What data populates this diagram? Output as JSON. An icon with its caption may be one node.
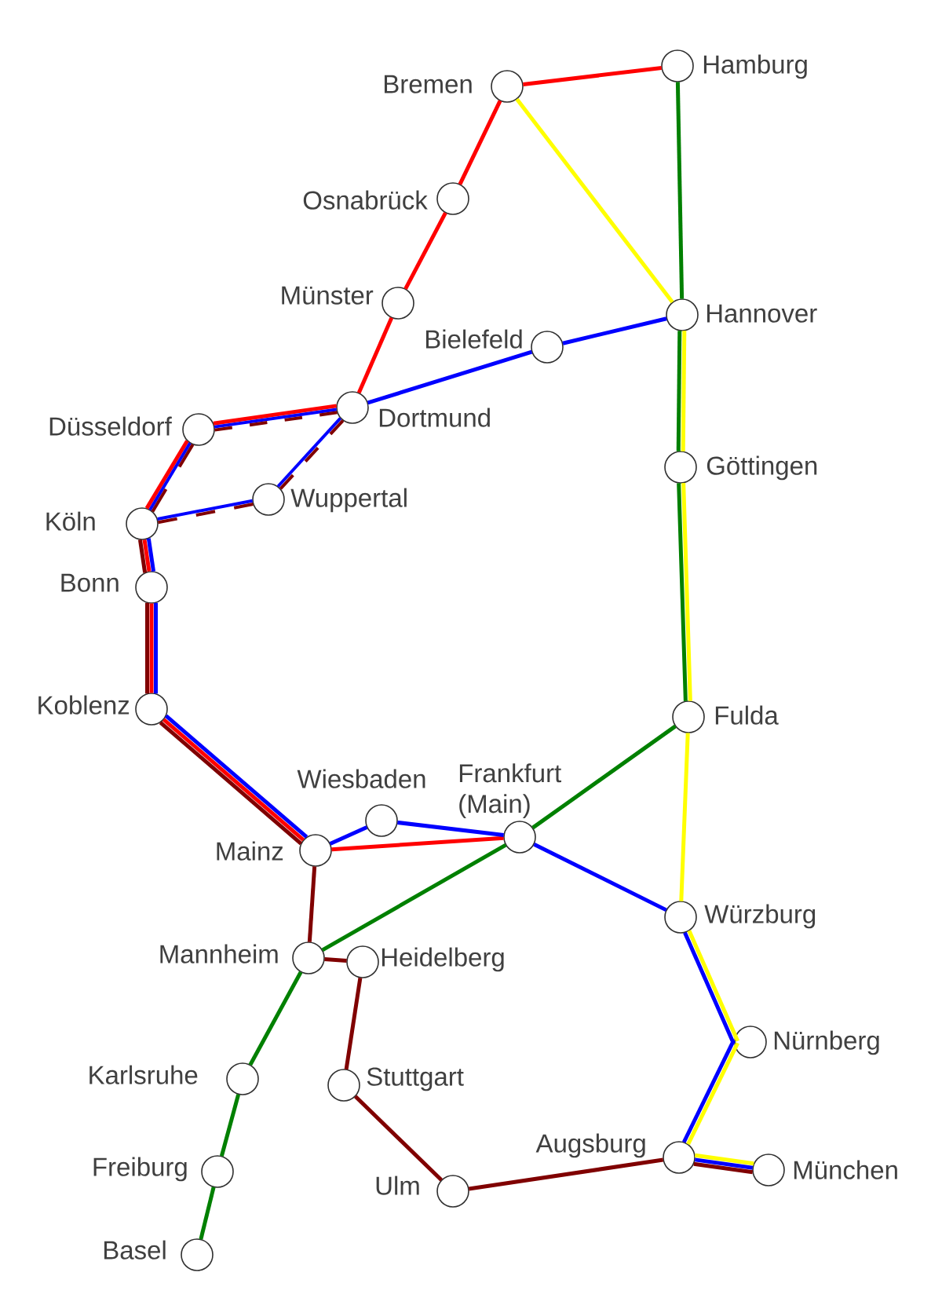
{
  "diagram": {
    "nodes": [
      {
        "text": [
          "Hamburg"
        ]
      },
      {
        "text": [
          "Bremen"
        ]
      },
      {
        "text": [
          "Osnabrück"
        ]
      },
      {
        "text": [
          "Münster"
        ]
      },
      {
        "text": [
          "Hannover"
        ]
      },
      {
        "text": [
          "Bielefeld"
        ]
      },
      {
        "text": [
          "Dortmund"
        ]
      },
      {
        "text": [
          "Düsseldorf"
        ]
      },
      {
        "text": [
          "Göttingen"
        ]
      },
      {
        "text": [
          "Wuppertal"
        ]
      },
      {
        "text": [
          "Köln"
        ]
      },
      {
        "text": [
          "Bonn"
        ]
      },
      {
        "text": [
          "Koblenz"
        ]
      },
      {
        "text": [
          "Fulda"
        ]
      },
      {
        "text": [
          "Wiesbaden"
        ]
      },
      {
        "text": [
          "Frankfurt (Main)"
        ]
      },
      {
        "text": [
          "Mainz"
        ]
      },
      {
        "text": [
          "Würzburg"
        ]
      },
      {
        "text": [
          "Mannheim"
        ]
      },
      {
        "text": [
          "Heidelberg"
        ]
      },
      {
        "text": [
          "Nürnberg"
        ]
      },
      {
        "text": [
          "Karlsruhe"
        ]
      },
      {
        "text": [
          "Stuttgart"
        ]
      },
      {
        "text": [
          "Augsburg"
        ]
      },
      {
        "text": [
          "Freiburg"
        ]
      },
      {
        "text": [
          "München"
        ]
      },
      {
        "text": [
          "Ulm"
        ]
      },
      {
        "text": [
          "Basel"
        ]
      }
    ],
    "edges": [
      {
        "from": 1,
        "to": 0,
        "arrow": "none",
        "color": "#ff0000"
      },
      {
        "from": 1,
        "to": 2,
        "arrow": "none",
        "color": "#ff0000"
      },
      {
        "from": 2,
        "to": 3,
        "arrow": "none",
        "color": "#ff0000"
      },
      {
        "from": 3,
        "to": 6,
        "arrow": "none",
        "color": "#ff0000"
      },
      {
        "from": 6,
        "to": 7,
        "arrow": "none",
        "color": "#ff0000"
      },
      {
        "from": 7,
        "to": 10,
        "arrow": "none",
        "color": "#ff0000"
      },
      {
        "from": 10,
        "to": 11,
        "arrow": "none",
        "color": "#ff0000"
      },
      {
        "from": 11,
        "to": 12,
        "arrow": "none",
        "color": "#ff0000"
      },
      {
        "from": 12,
        "to": 16,
        "arrow": "none",
        "color": "#ff0000"
      },
      {
        "from": 16,
        "to": 15,
        "arrow": "none",
        "color": "#ff0000"
      },
      {
        "from": 1,
        "to": 4,
        "arrow": "none",
        "color": "#ffff00"
      },
      {
        "from": 4,
        "to": 8,
        "arrow": "none",
        "color": "#ffff00"
      },
      {
        "from": 8,
        "to": 13,
        "arrow": "none",
        "color": "#ffff00"
      },
      {
        "from": 13,
        "to": 17,
        "arrow": "none",
        "color": "#ffff00"
      },
      {
        "from": 17,
        "to": 20,
        "arrow": "none",
        "color": "#ffff00"
      },
      {
        "from": 20,
        "to": 23,
        "arrow": "none",
        "color": "#ffff00"
      },
      {
        "from": 23,
        "to": 25,
        "arrow": "none",
        "color": "#ffff00"
      },
      {
        "from": 0,
        "to": 4,
        "arrow": "none",
        "color": "#008000"
      },
      {
        "from": 4,
        "to": 8,
        "arrow": "none",
        "color": "#008000"
      },
      {
        "from": 8,
        "to": 13,
        "arrow": "none",
        "color": "#008000"
      },
      {
        "from": 13,
        "to": 15,
        "arrow": "none",
        "color": "#008000"
      },
      {
        "from": 15,
        "to": 18,
        "arrow": "none",
        "color": "#008000"
      },
      {
        "from": 18,
        "to": 21,
        "arrow": "none",
        "color": "#008000"
      },
      {
        "from": 21,
        "to": 24,
        "arrow": "none",
        "color": "#008000"
      },
      {
        "from": 24,
        "to": 27,
        "arrow": "none",
        "color": "#008000"
      },
      {
        "from": 4,
        "to": 5,
        "arrow": "none",
        "color": "#0000ff"
      },
      {
        "from": 5,
        "to": 6,
        "arrow": "none",
        "color": "#0000ff"
      },
      {
        "from": 6,
        "to": 7,
        "arrow": "none",
        "color": "#0000ff"
      },
      {
        "from": 7,
        "to": 10,
        "arrow": "none",
        "color": "#0000ff"
      },
      {
        "from": 6,
        "to": 9,
        "arrow": "none",
        "color": "#0000ff"
      },
      {
        "from": 9,
        "to": 10,
        "arrow": "none",
        "color": "#0000ff"
      },
      {
        "from": 10,
        "to": 11,
        "arrow": "none",
        "color": "#0000ff"
      },
      {
        "from": 11,
        "to": 12,
        "arrow": "none",
        "color": "#0000ff"
      },
      {
        "from": 12,
        "to": 16,
        "arrow": "none",
        "color": "#0000ff"
      },
      {
        "from": 16,
        "to": 14,
        "arrow": "none",
        "color": "#0000ff"
      },
      {
        "from": 14,
        "to": 15,
        "arrow": "none",
        "color": "#0000ff"
      },
      {
        "from": 15,
        "to": 17,
        "arrow": "none",
        "color": "#0000ff"
      },
      {
        "from": 17,
        "to": 20,
        "arrow": "none",
        "color": "#0000ff"
      },
      {
        "from": 20,
        "to": 23,
        "arrow": "none",
        "color": "#0000ff"
      },
      {
        "from": 23,
        "to": 25,
        "arrow": "none",
        "color": "#0000ff"
      },
      {
        "from": 6,
        "to": 7,
        "arrow": "none",
        "style": "dashed",
        "color": "#800000"
      },
      {
        "from": 7,
        "to": 10,
        "arrow": "none",
        "style": "dashed",
        "color": "#800000"
      },
      {
        "from": 6,
        "to": 9,
        "arrow": "none",
        "style": "dashed",
        "color": "#800000"
      },
      {
        "from": 9,
        "to": 10,
        "arrow": "none",
        "style": "dashed",
        "color": "#800000"
      },
      {
        "from": 10,
        "to": 11,
        "arrow": "none",
        "color": "#800000"
      },
      {
        "from": 11,
        "to": 12,
        "arrow": "none",
        "color": "#800000"
      },
      {
        "from": 12,
        "to": 16,
        "arrow": "none",
        "color": "#800000"
      },
      {
        "from": 16,
        "to": 18,
        "arrow": "none",
        "color": "#800000"
      },
      {
        "from": 18,
        "to": 19,
        "arrow": "none",
        "color": "#800000"
      },
      {
        "from": 19,
        "to": 22,
        "arrow": "none",
        "color": "#800000"
      },
      {
        "from": 22,
        "to": 26,
        "arrow": "none",
        "color": "#800000"
      },
      {
        "from": 26,
        "to": 23,
        "arrow": "none",
        "color": "#800000"
      },
      {
        "from": 23,
        "to": 25,
        "arrow": "none",
        "color": "#800000"
      }
    ]
  }
}
